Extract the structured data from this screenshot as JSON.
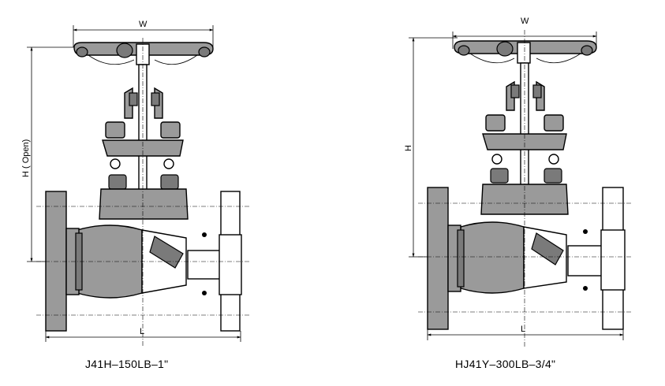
{
  "valves": [
    {
      "caption": "J41H–150LB–1\"",
      "dims": {
        "width": "W",
        "height": "H ( Open)",
        "length": "L"
      }
    },
    {
      "caption": "HJ41Y–300LB–3/4\"",
      "dims": {
        "width": "W",
        "height": "H",
        "length": "L"
      }
    }
  ]
}
